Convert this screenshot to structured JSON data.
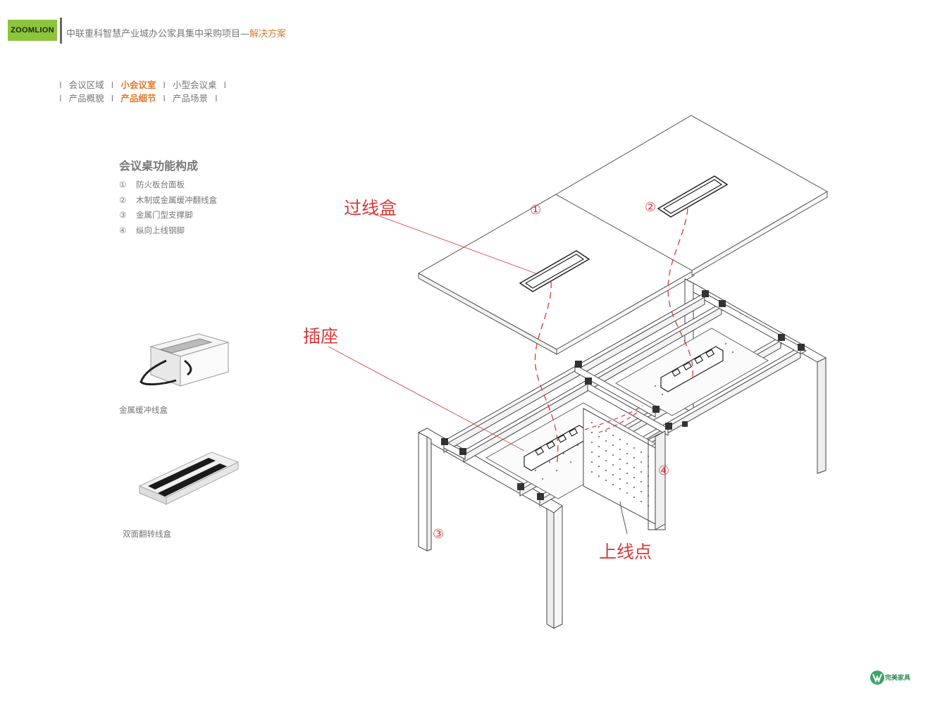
{
  "header": {
    "logo_text": "ZOOMLION",
    "title_main": "中联重科智慧产业城办公家具集中采购项目—",
    "title_accent": "解决方案",
    "accent_color": "#e07b2e",
    "logo_color": "#8cc43c"
  },
  "nav": {
    "row1": [
      {
        "label": "会议区域",
        "active": false
      },
      {
        "label": "小会议室",
        "active": true
      },
      {
        "label": "小型会议桌",
        "active": false
      }
    ],
    "row2": [
      {
        "label": "产品概貌",
        "active": false
      },
      {
        "label": "产品细节",
        "active": true
      },
      {
        "label": "产品场景",
        "active": false
      }
    ],
    "separator": "I"
  },
  "section": {
    "title": "会议桌功能构成",
    "items": [
      {
        "num": "①",
        "label": "防火板台面板"
      },
      {
        "num": "②",
        "label": "木制或金属缓冲翻线盒"
      },
      {
        "num": "③",
        "label": "金属门型支撑脚"
      },
      {
        "num": "④",
        "label": "纵向上线钢脚"
      }
    ]
  },
  "products": [
    {
      "caption": "金属缓冲线盒",
      "icon": "metal-cable-box-image"
    },
    {
      "caption": "双面翻转线盒",
      "icon": "double-flip-cable-box-image"
    }
  ],
  "diagram": {
    "callouts": {
      "cable_box": "过线盒",
      "socket": "插座",
      "wiring_point": "上线点"
    },
    "markers": [
      "①",
      "②",
      "③",
      "④"
    ],
    "annotation_color": "#d93a3a"
  },
  "footer": {
    "brand": "完美家具"
  }
}
